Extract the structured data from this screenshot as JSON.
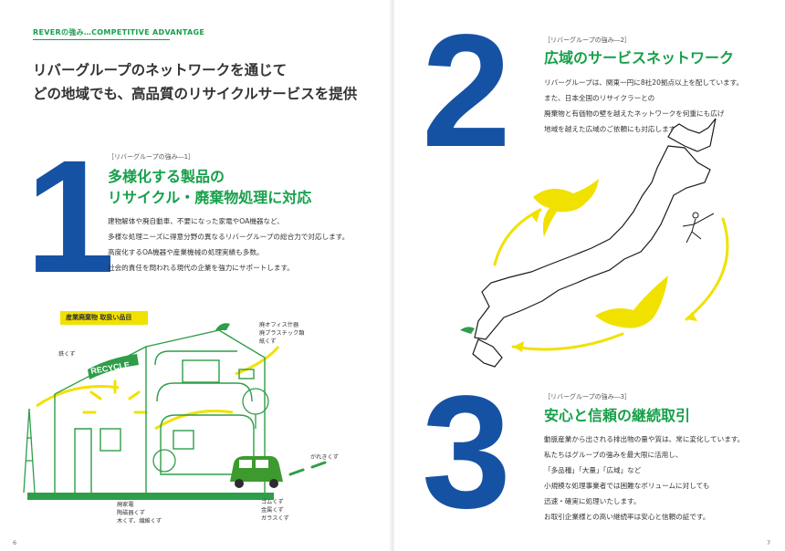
{
  "left_page": {
    "kicker": "REVERの強み…COMPETITIVE ADVANTAGE",
    "headline_lines": [
      "リバーグループのネットワークを通じて",
      "どの地域でも、高品質のリサイクルサービスを提供"
    ],
    "section1": {
      "number": "1",
      "tag": "［リバーグループの強み―1］",
      "title_lines": [
        "多様化する製品の",
        "リサイクル・廃棄物処理に対応"
      ],
      "body_lines": [
        "建物解体や廃自動車、不要になった家電やOA機器など、",
        "多様な処理ニーズに得意分野の異なるリバーグループの総合力で対応します。",
        "高度化するOA機器や産業機械の処理実績も多数。",
        "社会的責任を問われる現代の企業を強力にサポートします。"
      ]
    },
    "items_label": "産業廃棄物 取扱い品目",
    "illustration": {
      "recycle_sign": "RECYCLE",
      "label_iron": "鉄くず",
      "label_office": [
        "廃オフィス什器",
        "廃プラスチック類",
        "紙くず"
      ],
      "label_rubble": "がれきくず",
      "label_appliance": [
        "廃家電",
        "陶磁器くず",
        "木くず、繊維くず"
      ],
      "label_rubber": [
        "ゴムくず",
        "金属くず",
        "ガラスくず"
      ]
    },
    "page_number": "6"
  },
  "right_page": {
    "section2": {
      "number": "2",
      "tag": "［リバーグループの強み―2］",
      "title": "広域のサービスネットワーク",
      "body_lines": [
        "リバーグループは、関東一円に8社20拠点以上を配しています。",
        "また、日本全国のリサイクラーとの",
        "廃棄物と有価物の壁を越えたネットワークを何重にも広げ",
        "地域を越えた広域のご依頼にも対応します。"
      ]
    },
    "section3": {
      "number": "3",
      "tag": "［リバーグループの強み―3］",
      "title": "安心と信頼の継続取引",
      "body_lines": [
        "動脈産業から出される排出物の量や質は、常に変化しています。",
        "私たちはグループの強みを最大限に活用し、",
        "「多品種」「大量」「広域」など",
        "小規模な処理事業者では困難なボリュームに対しても",
        "迅速・確実に処理いたします。",
        "お取引企業様との高い継続率は安心と信頼の証です。"
      ]
    },
    "page_number": "7"
  },
  "colors": {
    "accent_green": "#16a04a",
    "number_blue": "#1552a4",
    "yellow": "#f1e100",
    "line_green": "#2e9e48"
  }
}
